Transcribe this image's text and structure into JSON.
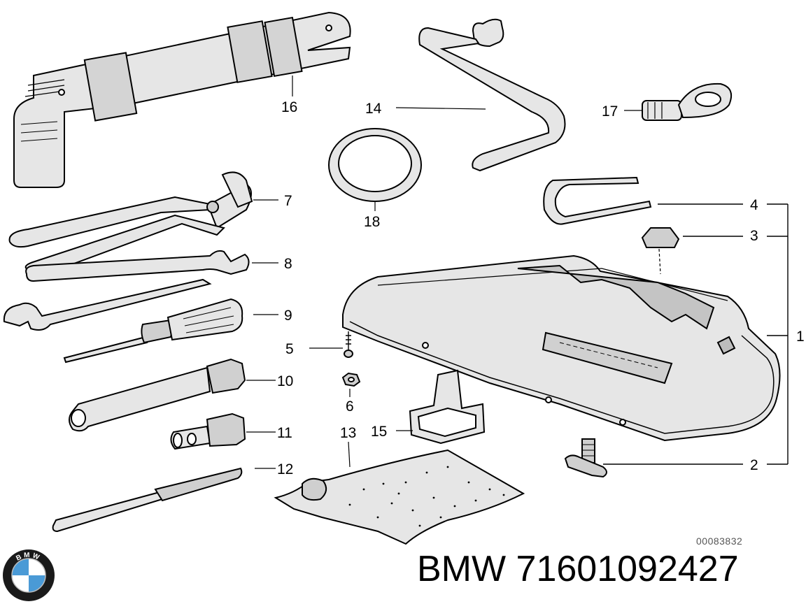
{
  "diagram": {
    "callouts": [
      {
        "id": "1",
        "label": "1"
      },
      {
        "id": "2",
        "label": "2"
      },
      {
        "id": "3",
        "label": "3"
      },
      {
        "id": "4",
        "label": "4"
      },
      {
        "id": "5",
        "label": "5"
      },
      {
        "id": "6",
        "label": "6"
      },
      {
        "id": "7",
        "label": "7"
      },
      {
        "id": "8",
        "label": "8"
      },
      {
        "id": "9",
        "label": "9"
      },
      {
        "id": "10",
        "label": "10"
      },
      {
        "id": "11",
        "label": "11"
      },
      {
        "id": "12",
        "label": "12"
      },
      {
        "id": "13",
        "label": "13"
      },
      {
        "id": "14",
        "label": "14"
      },
      {
        "id": "15",
        "label": "15"
      },
      {
        "id": "16",
        "label": "16"
      },
      {
        "id": "17",
        "label": "17"
      },
      {
        "id": "18",
        "label": "18"
      }
    ],
    "reference_number": "00083832"
  },
  "footer": {
    "brand_text": "BMW 71601092427",
    "logo_letters": "BMW"
  },
  "colors": {
    "line": "#000000",
    "fill": "#e6e6e6",
    "fill_dark": "#bdbdbd",
    "logo_blue": "#4a9ad6"
  },
  "icons": [
    "bmw-logo-icon"
  ]
}
